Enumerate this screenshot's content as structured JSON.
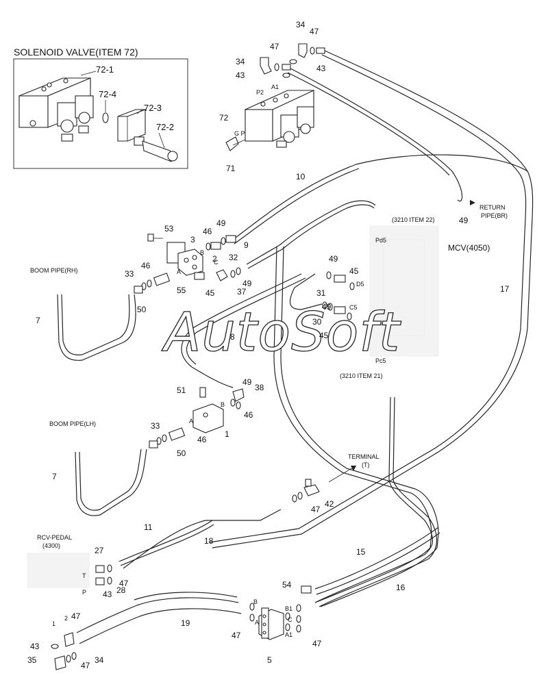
{
  "watermark": "AutoSoft",
  "inset": {
    "title": "SOLENOID VALVE(ITEM 72)",
    "labels": [
      "72-1",
      "72-4",
      "72-3",
      "72-2"
    ]
  },
  "texts": {
    "return_pipe": [
      "RETURN",
      "PIPE(BR)"
    ],
    "mcv": "MCV(4050)",
    "item22": "(3210 ITEM 22)",
    "item21": "(3210 ITEM 21)",
    "pd5": "Pd5",
    "pc5": "Pc5",
    "d5": "D5",
    "c5": "C5",
    "boom_rh": "BOOM PIPE(RH)",
    "boom_lh": "BOOM PIPE(LH)",
    "terminal": [
      "TERMINAL",
      "(T)"
    ],
    "rcv": [
      "RCV-PEDAL",
      "(4300)"
    ],
    "p2": "P2",
    "a1_top": "A1",
    "gp": "G P"
  },
  "port_letters": [
    "B",
    "C",
    "A",
    "A",
    "B",
    "T",
    "P",
    "1",
    "2",
    "B",
    "A",
    "B1",
    "C",
    "A1"
  ],
  "callouts": [
    "34",
    "47",
    "34",
    "47",
    "43",
    "43",
    "72",
    "71",
    "10",
    "49",
    "53",
    "46",
    "49",
    "3",
    "2",
    "32",
    "9",
    "46",
    "33",
    "55",
    "45",
    "37",
    "49",
    "49",
    "45",
    "31",
    "49",
    "30",
    "45",
    "7",
    "50",
    "8",
    "51",
    "49",
    "38",
    "46",
    "33",
    "1",
    "46",
    "50",
    "7",
    "42",
    "47",
    "11",
    "18",
    "27",
    "47",
    "28",
    "43",
    "15",
    "16",
    "54",
    "47",
    "19",
    "47",
    "43",
    "35",
    "47",
    "34",
    "5",
    "47",
    "17"
  ]
}
